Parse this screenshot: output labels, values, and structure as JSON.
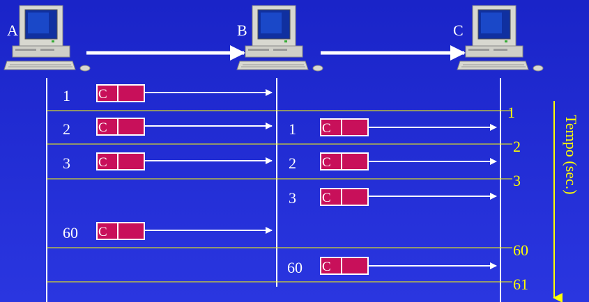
{
  "nodes": [
    {
      "label": "A"
    },
    {
      "label": "B"
    },
    {
      "label": "C"
    }
  ],
  "packet_label": "C",
  "rows_A": [
    {
      "label": "1"
    },
    {
      "label": "2"
    },
    {
      "label": "3"
    },
    {
      "label": "60"
    }
  ],
  "rows_B": [
    {
      "label": "1"
    },
    {
      "label": "2"
    },
    {
      "label": "3"
    },
    {
      "label": "60"
    }
  ],
  "time_ticks": [
    {
      "label": "1"
    },
    {
      "label": "2"
    },
    {
      "label": "3"
    },
    {
      "label": "60"
    },
    {
      "label": "61"
    }
  ],
  "time_axis_label": "Tempo (sec.)",
  "colors": {
    "background": "#2530d8",
    "packet": "#c8105a",
    "time": "#ffff00",
    "lines": "#ffffff"
  }
}
